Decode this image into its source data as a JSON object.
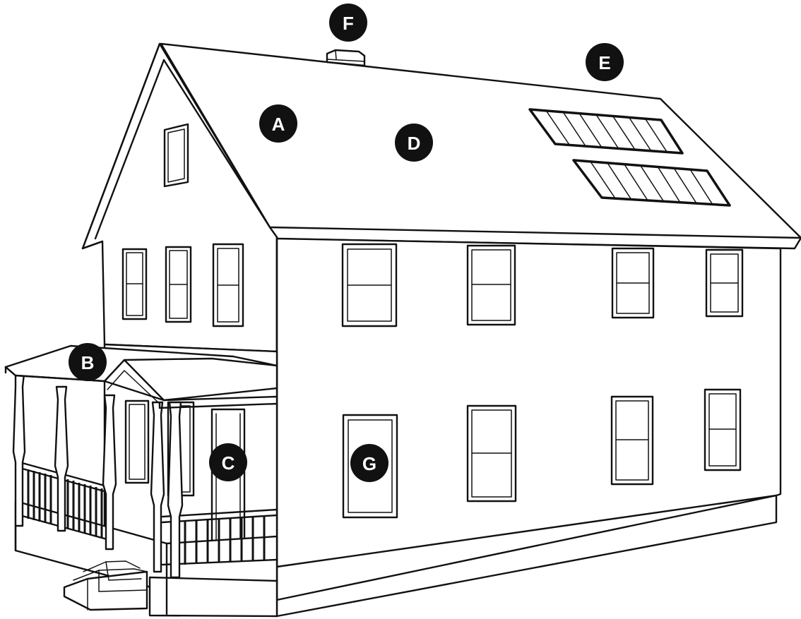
{
  "labels": {
    "a": "A",
    "b": "B",
    "c": "C",
    "d": "D",
    "e": "E",
    "f": "F",
    "g": "G"
  },
  "colors": {
    "line": "#111111",
    "badge": "#111111",
    "badge_text": "#ffffff",
    "background": "#ffffff"
  }
}
